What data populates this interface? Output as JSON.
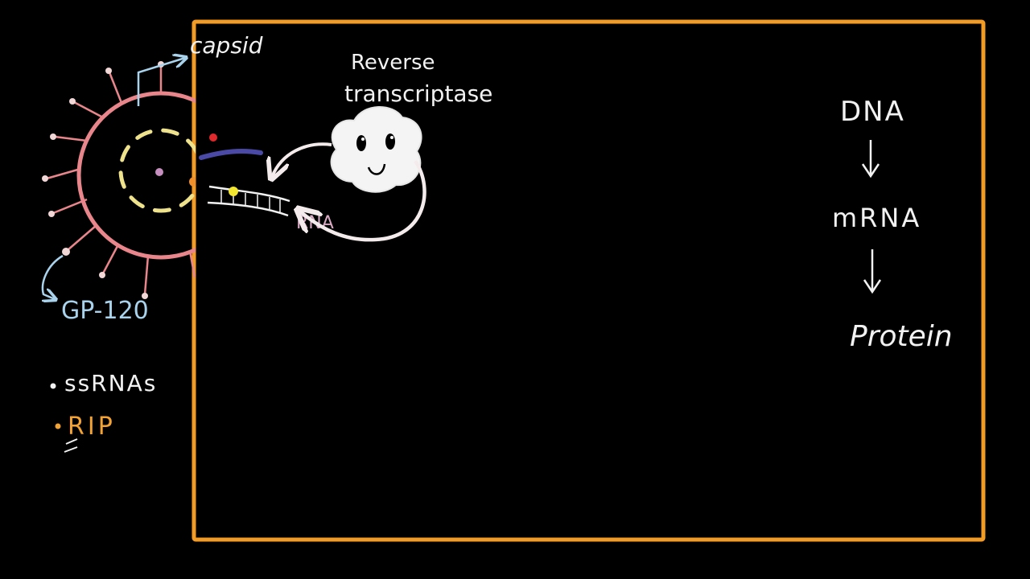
{
  "labels": {
    "capsid": "capsid",
    "reverse": "Reverse",
    "transcriptase": "transcriptase",
    "rna": "RNA",
    "gp120": "GP-120",
    "ssrnas": "ssRNAs",
    "rip": "RIP",
    "dna": "DNA",
    "mrna": "mRNA",
    "protein": "Protein"
  },
  "colors": {
    "background": "#000000",
    "cell_border": "#f39c25",
    "virus_envelope": "#e8868c",
    "rna_segments": "#efe28c",
    "core_dot": "#c78fc0",
    "red_dot": "#e0292c",
    "orange_dot": "#f0902b",
    "purple_strand": "#4a4aa6",
    "enzyme": "#f4f4f4",
    "arrow": "#f4ecec",
    "blue_annotation": "#a9d3ec",
    "rna_label": "#d9a9c4",
    "rip_text": "#f3a234",
    "white_text": "#f2f2f2",
    "highlight_dot": "#f2e631"
  }
}
